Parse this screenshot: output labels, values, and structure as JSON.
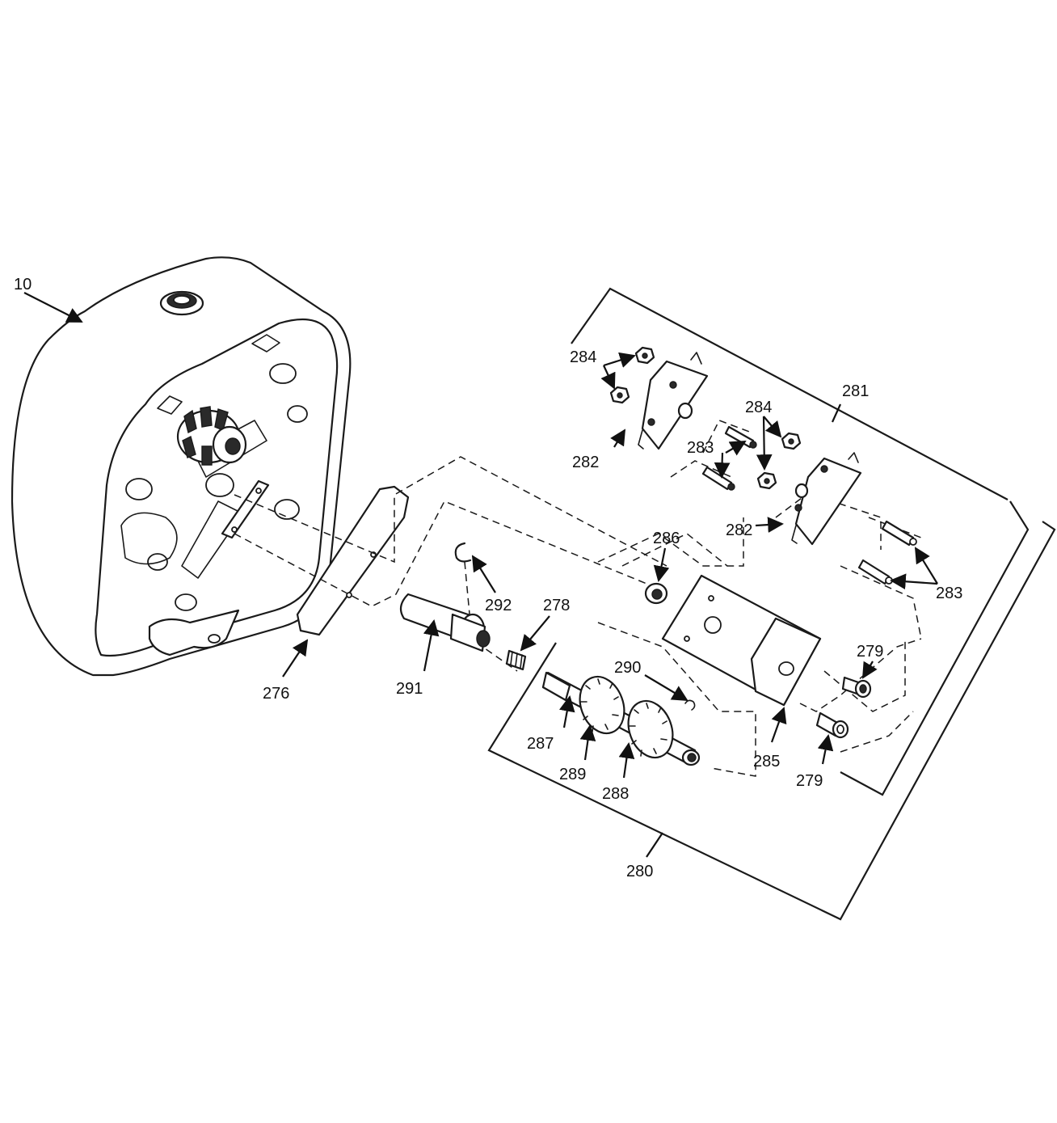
{
  "callouts": [
    {
      "id": "c10",
      "label": "10"
    },
    {
      "id": "c276",
      "label": "276"
    },
    {
      "id": "c278",
      "label": "278"
    },
    {
      "id": "c279a",
      "label": "279"
    },
    {
      "id": "c279b",
      "label": "279"
    },
    {
      "id": "c280",
      "label": "280"
    },
    {
      "id": "c281",
      "label": "281"
    },
    {
      "id": "c282a",
      "label": "282"
    },
    {
      "id": "c282b",
      "label": "282"
    },
    {
      "id": "c283a",
      "label": "283"
    },
    {
      "id": "c283b",
      "label": "283"
    },
    {
      "id": "c284a",
      "label": "284"
    },
    {
      "id": "c284b",
      "label": "284"
    },
    {
      "id": "c285",
      "label": "285"
    },
    {
      "id": "c286",
      "label": "286"
    },
    {
      "id": "c287",
      "label": "287"
    },
    {
      "id": "c288",
      "label": "288"
    },
    {
      "id": "c289",
      "label": "289"
    },
    {
      "id": "c290",
      "label": "290"
    },
    {
      "id": "c291",
      "label": "291"
    },
    {
      "id": "c292",
      "label": "292"
    }
  ]
}
